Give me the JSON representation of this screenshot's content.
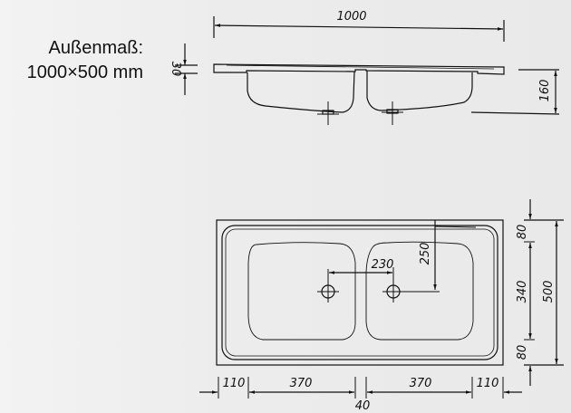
{
  "caption": {
    "line1": "Außenmaß:",
    "line2": "1000×500 mm"
  },
  "side_view": {
    "width_label": "1000",
    "rim_height_label": "30",
    "depth_label": "160"
  },
  "top_view": {
    "drain_spacing_label": "230",
    "drain_offset_label": "250",
    "right_dims": {
      "top_margin": "80",
      "bowl_height": "340",
      "bottom_margin": "80",
      "total_height": "500"
    },
    "bottom_dims": {
      "left_margin": "110",
      "left_bowl": "370",
      "divider": "40",
      "right_bowl": "370",
      "right_margin": "110"
    }
  },
  "colors": {
    "background": "#eeeeee",
    "line": "#111111"
  }
}
